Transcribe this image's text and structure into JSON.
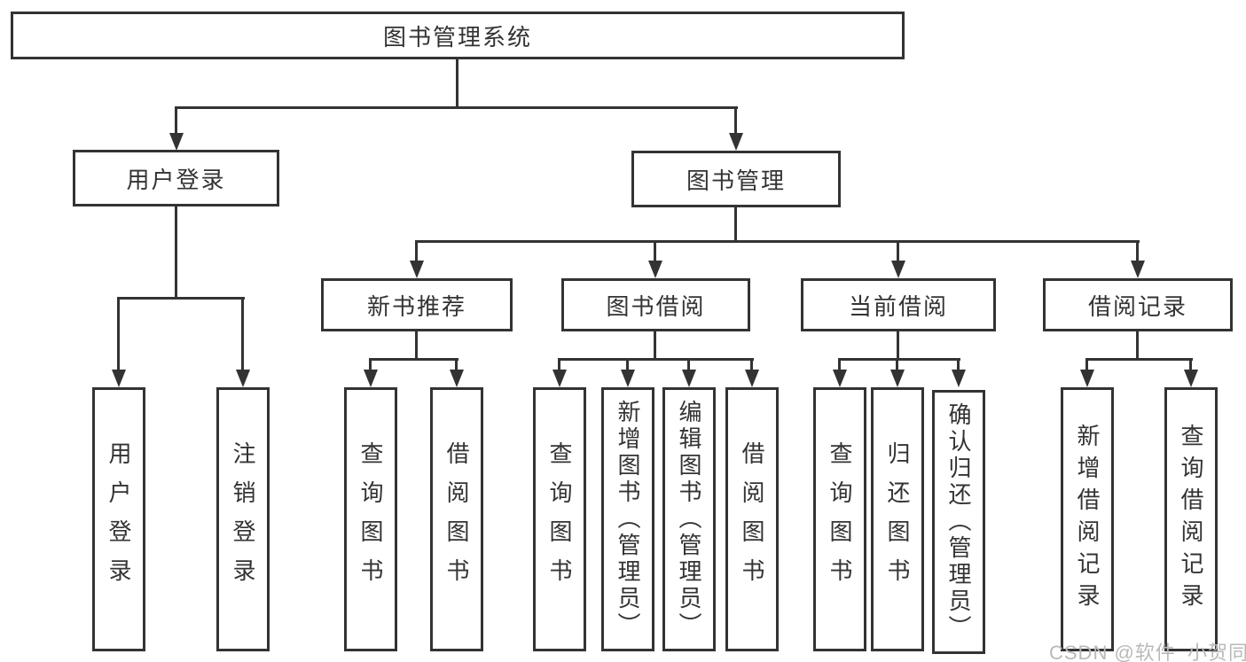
{
  "tree": {
    "root": "图书管理系统",
    "branches": [
      {
        "label": "用户登录",
        "children": [
          "用户登录",
          "注销登录"
        ]
      },
      {
        "label": "图书管理",
        "groups": [
          {
            "label": "新书推荐",
            "children": [
              "查询图书",
              "借阅图书"
            ]
          },
          {
            "label": "图书借阅",
            "children": [
              "查询图书",
              "新增图书（管理员）",
              "编辑图书（管理员）",
              "借阅图书"
            ]
          },
          {
            "label": "当前借阅",
            "children": [
              "查询图书",
              "归还图书",
              "确认归还（管理员）"
            ]
          },
          {
            "label": "借阅记录",
            "children": [
              "新增借阅记录",
              "查询借阅记录"
            ]
          }
        ]
      }
    ]
  },
  "watermark": "CSDN @软件_小贺同学",
  "colors": {
    "line": "#333333",
    "text": "#333333",
    "box_fill": "#ffffff",
    "background": "#ffffff",
    "watermark": "#b9b9b9"
  }
}
